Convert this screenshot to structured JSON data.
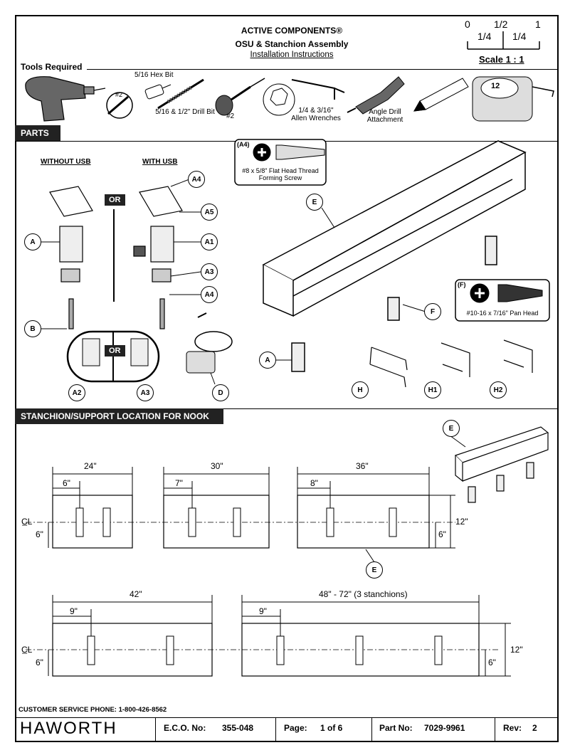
{
  "header": {
    "title": "ACTIVE COMPONENTS®",
    "subtitle": "OSU & Stanchion Assembly",
    "doc_type": "Installation Instructions",
    "scale_ticks": [
      "0",
      "1/2",
      "1"
    ],
    "scale_halves": [
      "1/4",
      "1/4"
    ],
    "scale_label": "Scale 1 : 1"
  },
  "tools": {
    "heading": "Tools Required",
    "hex_bit": "5/16 Hex Bit",
    "drill_bit": "5/16 & 1/2\" Drill Bit",
    "screwdriver": "#2",
    "phillips_bit": "#2",
    "allen": "1/4 & 3/16\" Allen Wrenches",
    "angle_drill": "Angle Drill Attachment",
    "tape_number": "12"
  },
  "parts": {
    "heading": "PARTS",
    "without_usb": "WITHOUT USB",
    "with_usb": "WITH USB",
    "or": "OR",
    "a4_tag": "(A4)",
    "a4_desc": "#8 x 5/8\" Flat Head Thread Forming Screw",
    "f_tag": "(F)",
    "f_desc": "#10-16 x 7/16\" Pan Head",
    "labels": [
      "A",
      "B",
      "A4",
      "A5",
      "A1",
      "A3",
      "A4",
      "A2",
      "A3",
      "D",
      "E",
      "F",
      "A",
      "H",
      "H1",
      "H2"
    ]
  },
  "location": {
    "heading": "STANCHION/SUPPORT LOCATION FOR NOOK",
    "e_label": "E",
    "cl": "C̲L",
    "depth": "12\"",
    "center": "6\"",
    "panels": [
      {
        "width": "24\"",
        "offset": "6\""
      },
      {
        "width": "30\"",
        "offset": "7\""
      },
      {
        "width": "36\"",
        "offset": "8\""
      },
      {
        "width": "42\"",
        "offset": "9\""
      },
      {
        "width": "48\" - 72\" (3 stanchions)",
        "offset": "9\""
      }
    ]
  },
  "footer": {
    "phone": "CUSTOMER SERVICE PHONE: 1-800-426-8562",
    "brand": "HAWORTH",
    "eco_label": "E.C.O. No:",
    "eco_value": "355-048",
    "page_label": "Page:",
    "page_value": "1 of 6",
    "part_label": "Part No:",
    "part_value": "7029-9961",
    "rev_label": "Rev:",
    "rev_value": "2"
  }
}
